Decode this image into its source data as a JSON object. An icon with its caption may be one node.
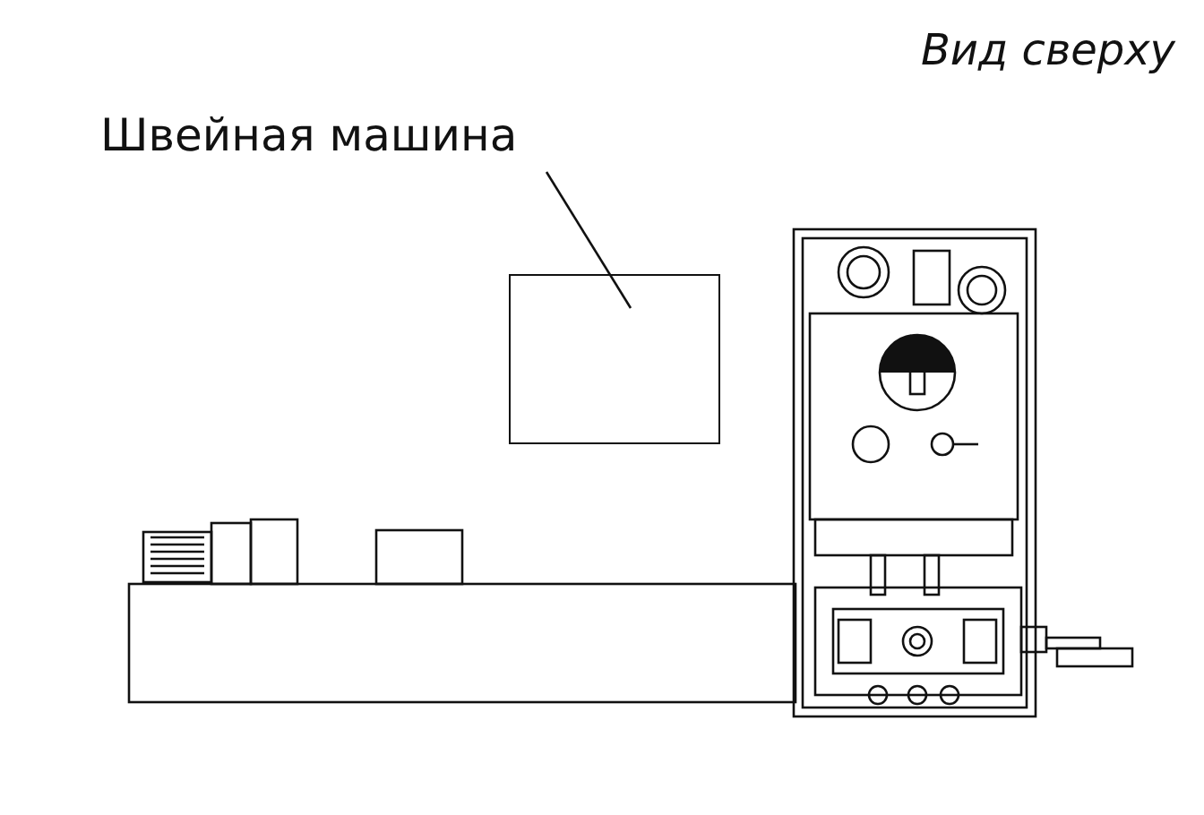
{
  "diagram": {
    "nodes": [
      {
        "text": [
          "Швейная машина"
        ]
      },
      {
        "text": [],
        "shape": "box"
      }
    ],
    "edges": [
      {
        "from": 0,
        "to": 1,
        "arrow": "none"
      }
    ],
    "labels": [
      "Вид сверху"
    ]
  }
}
